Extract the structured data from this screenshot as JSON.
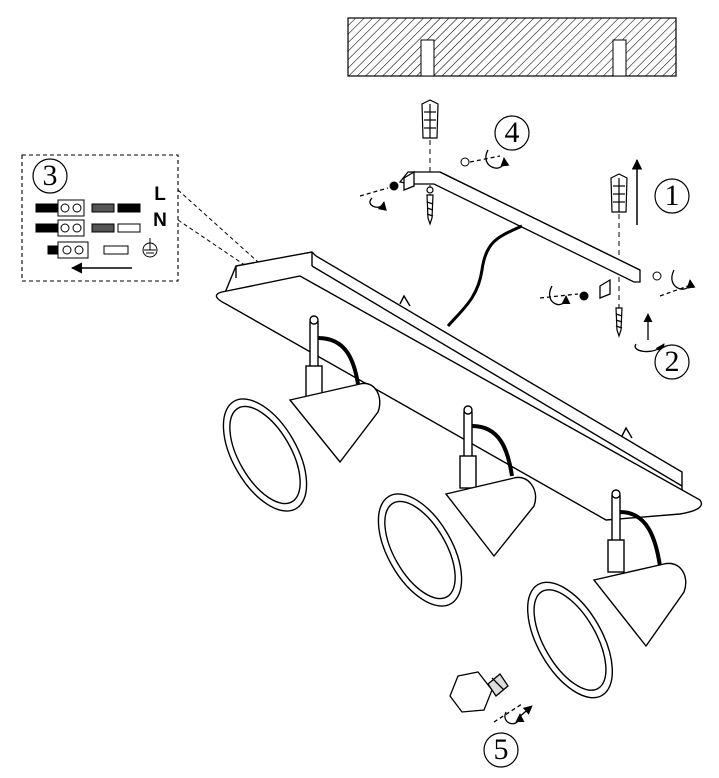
{
  "steps": {
    "s1": "1",
    "s2": "2",
    "s3": "3",
    "s4": "4",
    "s5": "5"
  },
  "wiring": {
    "live": "L",
    "neutral": "N"
  }
}
